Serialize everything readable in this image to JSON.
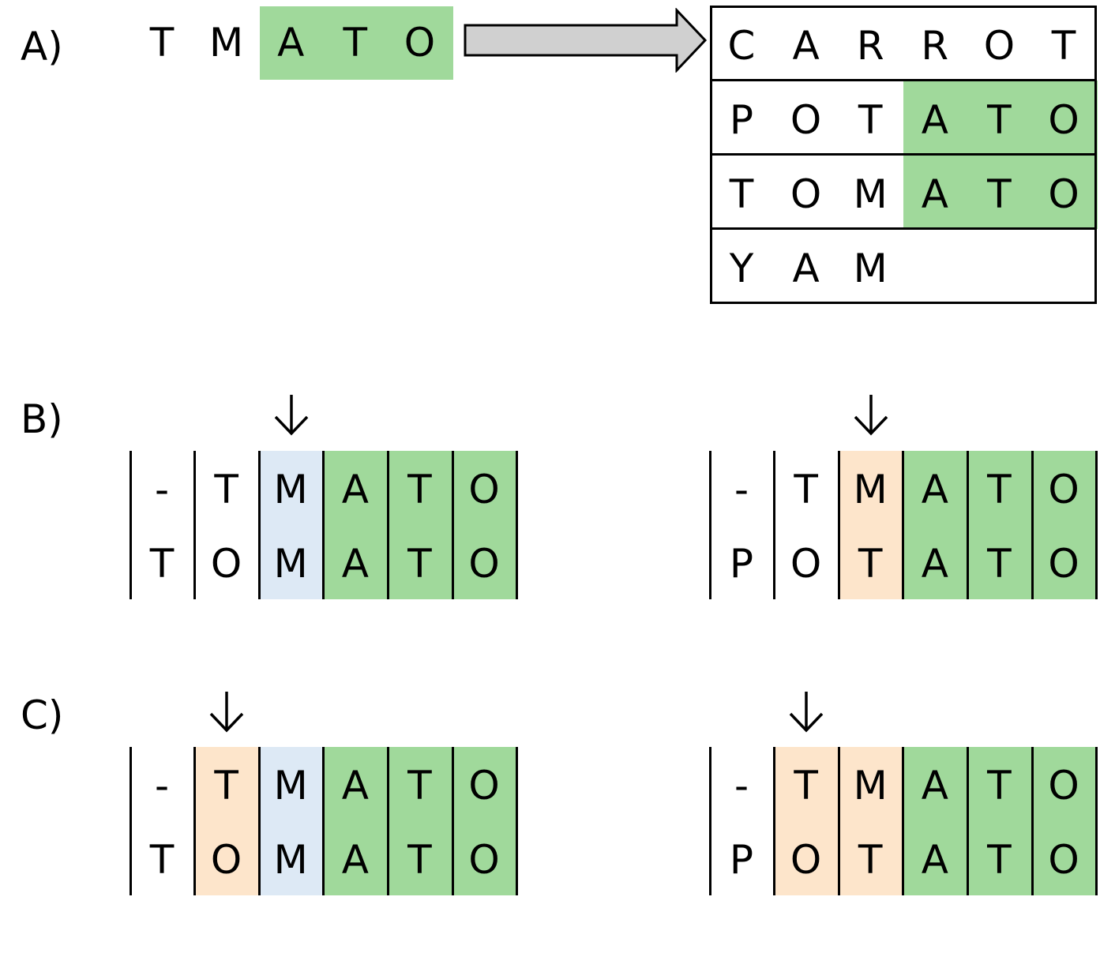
{
  "colors": {
    "match": "#a0d99b",
    "identical": "#dde9f5",
    "mismatch": "#fde5cb",
    "arrow_fill": "#d0d0d0"
  },
  "panel_a": {
    "label": "A)",
    "query": [
      "T",
      "M",
      "A",
      "T",
      "O"
    ],
    "query_match": [
      false,
      false,
      true,
      true,
      true
    ],
    "arrow_icon": "right-arrow-icon",
    "dictionary": [
      {
        "letters": [
          "C",
          "A",
          "R",
          "R",
          "O",
          "T"
        ],
        "match": [
          false,
          false,
          false,
          false,
          false,
          false
        ]
      },
      {
        "letters": [
          "P",
          "O",
          "T",
          "A",
          "T",
          "O"
        ],
        "match": [
          false,
          false,
          false,
          true,
          true,
          true
        ]
      },
      {
        "letters": [
          "T",
          "O",
          "M",
          "A",
          "T",
          "O"
        ],
        "match": [
          false,
          false,
          false,
          true,
          true,
          true
        ]
      },
      {
        "letters": [
          "Y",
          "A",
          "M"
        ],
        "match": [
          false,
          false,
          false
        ]
      }
    ]
  },
  "panel_b": {
    "label": "B)",
    "alignments": [
      {
        "top": [
          "-",
          "T",
          "M",
          "A",
          "T",
          "O"
        ],
        "bottom": [
          "T",
          "O",
          "M",
          "A",
          "T",
          "O"
        ],
        "fill": [
          "none",
          "none",
          "identical",
          "match",
          "match",
          "match"
        ],
        "marker_col": 2,
        "marker_icon": "down-arrow-icon"
      },
      {
        "top": [
          "-",
          "T",
          "M",
          "A",
          "T",
          "O"
        ],
        "bottom": [
          "P",
          "O",
          "T",
          "A",
          "T",
          "O"
        ],
        "fill": [
          "none",
          "none",
          "mismatch",
          "match",
          "match",
          "match"
        ],
        "marker_col": 2,
        "marker_icon": "down-arrow-icon"
      }
    ]
  },
  "panel_c": {
    "label": "C)",
    "alignments": [
      {
        "top": [
          "-",
          "T",
          "M",
          "A",
          "T",
          "O"
        ],
        "bottom": [
          "T",
          "O",
          "M",
          "A",
          "T",
          "O"
        ],
        "fill": [
          "none",
          "mismatch",
          "identical",
          "match",
          "match",
          "match"
        ],
        "marker_col": 1,
        "marker_icon": "down-arrow-icon"
      },
      {
        "top": [
          "-",
          "T",
          "M",
          "A",
          "T",
          "O"
        ],
        "bottom": [
          "P",
          "O",
          "T",
          "A",
          "T",
          "O"
        ],
        "fill": [
          "none",
          "mismatch",
          "mismatch",
          "match",
          "match",
          "match"
        ],
        "marker_col": 1,
        "marker_icon": "down-arrow-icon"
      }
    ]
  }
}
